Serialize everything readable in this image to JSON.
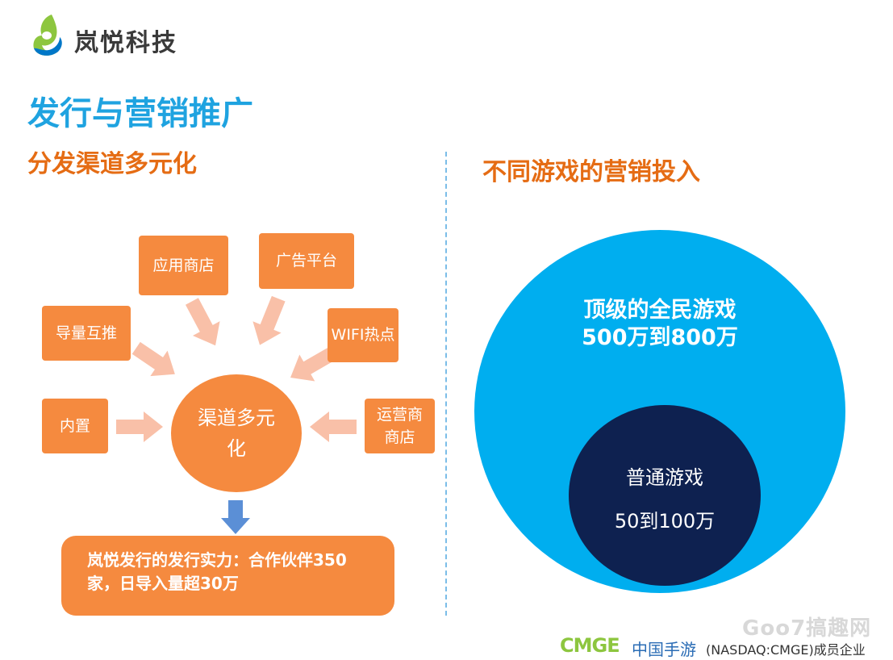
{
  "header": {
    "brand": "岚悦科技"
  },
  "title": "发行与营销推广",
  "left_section": {
    "heading": "分发渠道多元化",
    "center": "渠道多元化",
    "nodes": {
      "app_store": "应用商店",
      "ad_platform": "广告平台",
      "cross_promo": "导量互推",
      "wifi": "WIFI热点",
      "preinstall": "内置",
      "carrier_store": "运营商商店"
    },
    "result": "岚悦发行的发行实力：合作伙伴350家，日导入量超30万"
  },
  "right_section": {
    "heading": "不同游戏的营销投入",
    "outer_label": "顶级的全民游戏",
    "outer_value": "500万到800万",
    "inner_label": "普通游戏",
    "inner_value": "50到100万"
  },
  "footer": {
    "logo": "CMGE",
    "company": "中国手游",
    "tagline": "(NASDAQ:CMGE)成员企业"
  },
  "watermark": "Goo7搞趣网",
  "colors": {
    "title_blue": "#1fa3e0",
    "section_orange": "#e56c14",
    "box_orange": "#f58a3f",
    "arrow_pink": "#f9c0a8",
    "arrow_blue": "#5b8fd6",
    "circle_outer": "#00aeef",
    "circle_inner": "#0e2150"
  }
}
